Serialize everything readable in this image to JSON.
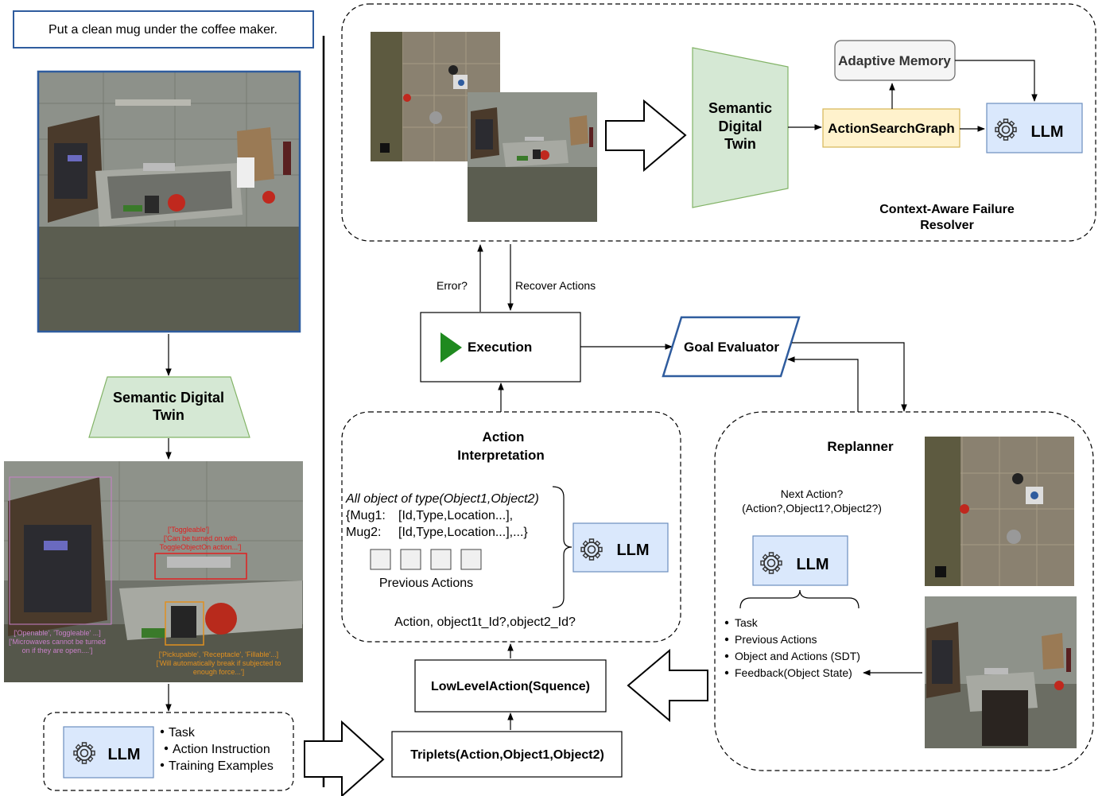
{
  "task_box": {
    "text": "Put a clean mug under the coffee maker."
  },
  "left_sdt": {
    "line1": "Semantic Digital",
    "line2": "Twin"
  },
  "scene_annotations": {
    "tap_line1": "['Toggleable']",
    "tap_line2": "['Can be turned on with",
    "tap_line3": "ToggleObjectOn action...']",
    "micro_line1": "['Openable', 'Toggleable' ...]",
    "micro_line2": "['Microwaves cannot be turned",
    "micro_line3": "on if they are open....']",
    "mug_line1": "['Pickupable', 'Receptacle', 'Fillable'...]",
    "mug_line2": "['Will automatically break if subjected to",
    "mug_line3": "enough force...']"
  },
  "left_llm": {
    "label": "LLM",
    "bullets": [
      "Task",
      "Action Instruction",
      "Training Examples"
    ]
  },
  "resolver": {
    "sdt_line1": "Semantic",
    "sdt_line2": "Digital",
    "sdt_line3": "Twin",
    "memory": "Adaptive Memory",
    "asg": "ActionSearchGraph",
    "llm": "LLM",
    "title_line1": "Context-Aware Failure",
    "title_line2": "Resolver"
  },
  "flow": {
    "error": "Error?",
    "recover": "Recover Actions",
    "execution": "Execution",
    "goal": "Goal Evaluator",
    "lowlevel": "LowLevelAction(Squence)",
    "triplets": "Triplets(Action,Object1,Object2)"
  },
  "interp": {
    "title_line1": "Action",
    "title_line2": "Interpretation",
    "objects_line1": "All object of type(Object1,Object2)",
    "objects_line2a": "{Mug1:",
    "objects_line2b": "[Id,Type,Location...],",
    "objects_line3a": "Mug2:",
    "objects_line3b": "[Id,Type,Location...],...}",
    "prev": "Previous Actions",
    "output": "Action, object1t_Id?,object2_Id?",
    "llm": "LLM"
  },
  "replanner": {
    "title": "Replanner",
    "next_line1": "Next Action?",
    "next_line2": "(Action?,Object1?,Object2?)",
    "llm": "LLM",
    "bullets": [
      "Task",
      "Previous Actions",
      "Object and Actions (SDT)",
      "Feedback(Object State)"
    ]
  },
  "colors": {
    "llm_fill": "#dae8fc",
    "llm_stroke": "#6c8ebf",
    "sdt_fill": "#d5e8d4",
    "sdt_stroke": "#82b366",
    "asg_fill": "#fff2cc",
    "asg_stroke": "#d6b656",
    "memory_fill": "#f5f5f5",
    "goal_stroke": "#2f5c9e",
    "play_green": "#1f8a1f"
  }
}
